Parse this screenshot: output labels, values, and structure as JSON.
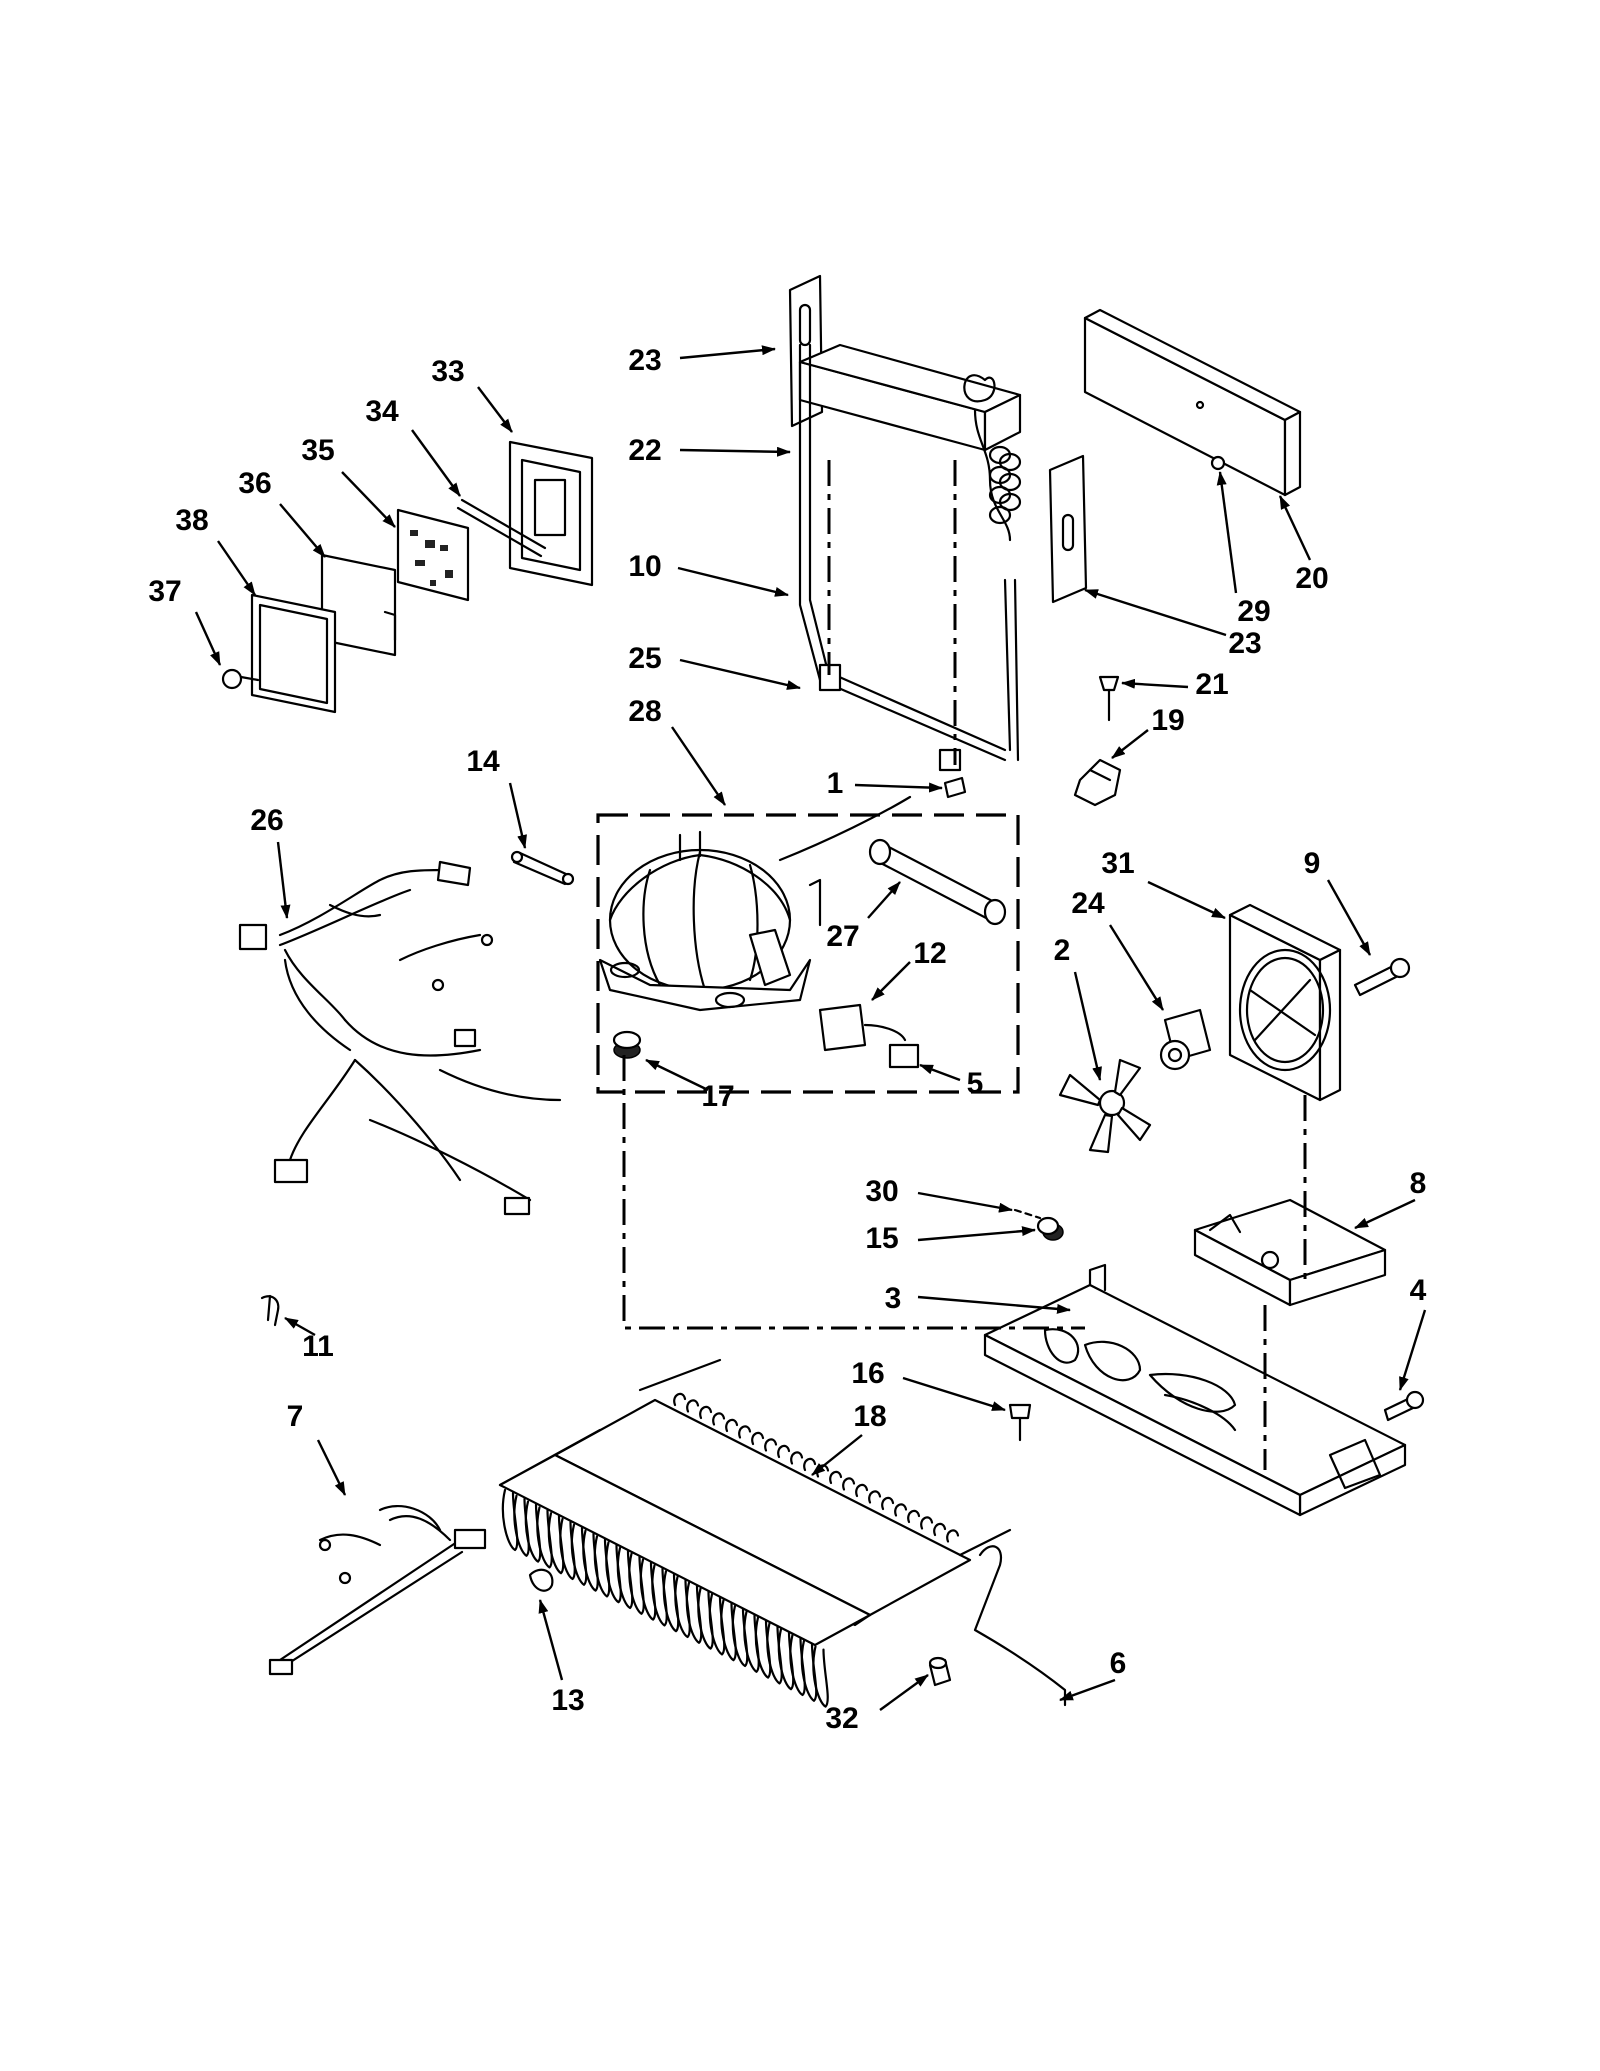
{
  "diagram": {
    "callouts": [
      {
        "id": "1",
        "text": "1"
      },
      {
        "id": "2",
        "text": "2"
      },
      {
        "id": "3",
        "text": "3"
      },
      {
        "id": "4",
        "text": "4"
      },
      {
        "id": "5",
        "text": "5"
      },
      {
        "id": "6",
        "text": "6"
      },
      {
        "id": "7",
        "text": "7"
      },
      {
        "id": "8",
        "text": "8"
      },
      {
        "id": "9",
        "text": "9"
      },
      {
        "id": "10",
        "text": "10"
      },
      {
        "id": "11",
        "text": "11"
      },
      {
        "id": "12",
        "text": "12"
      },
      {
        "id": "13",
        "text": "13"
      },
      {
        "id": "14",
        "text": "14"
      },
      {
        "id": "15",
        "text": "15"
      },
      {
        "id": "16",
        "text": "16"
      },
      {
        "id": "17",
        "text": "17"
      },
      {
        "id": "18",
        "text": "18"
      },
      {
        "id": "19",
        "text": "19"
      },
      {
        "id": "20",
        "text": "20"
      },
      {
        "id": "21",
        "text": "21"
      },
      {
        "id": "22",
        "text": "22"
      },
      {
        "id": "23a",
        "text": "23"
      },
      {
        "id": "23b",
        "text": "23"
      },
      {
        "id": "24",
        "text": "24"
      },
      {
        "id": "25",
        "text": "25"
      },
      {
        "id": "26",
        "text": "26"
      },
      {
        "id": "27",
        "text": "27"
      },
      {
        "id": "28",
        "text": "28"
      },
      {
        "id": "29",
        "text": "29"
      },
      {
        "id": "30",
        "text": "30"
      },
      {
        "id": "31",
        "text": "31"
      },
      {
        "id": "32",
        "text": "32"
      },
      {
        "id": "33",
        "text": "33"
      },
      {
        "id": "34",
        "text": "34"
      },
      {
        "id": "35",
        "text": "35"
      },
      {
        "id": "36",
        "text": "36"
      },
      {
        "id": "37",
        "text": "37"
      },
      {
        "id": "38",
        "text": "38"
      }
    ]
  }
}
